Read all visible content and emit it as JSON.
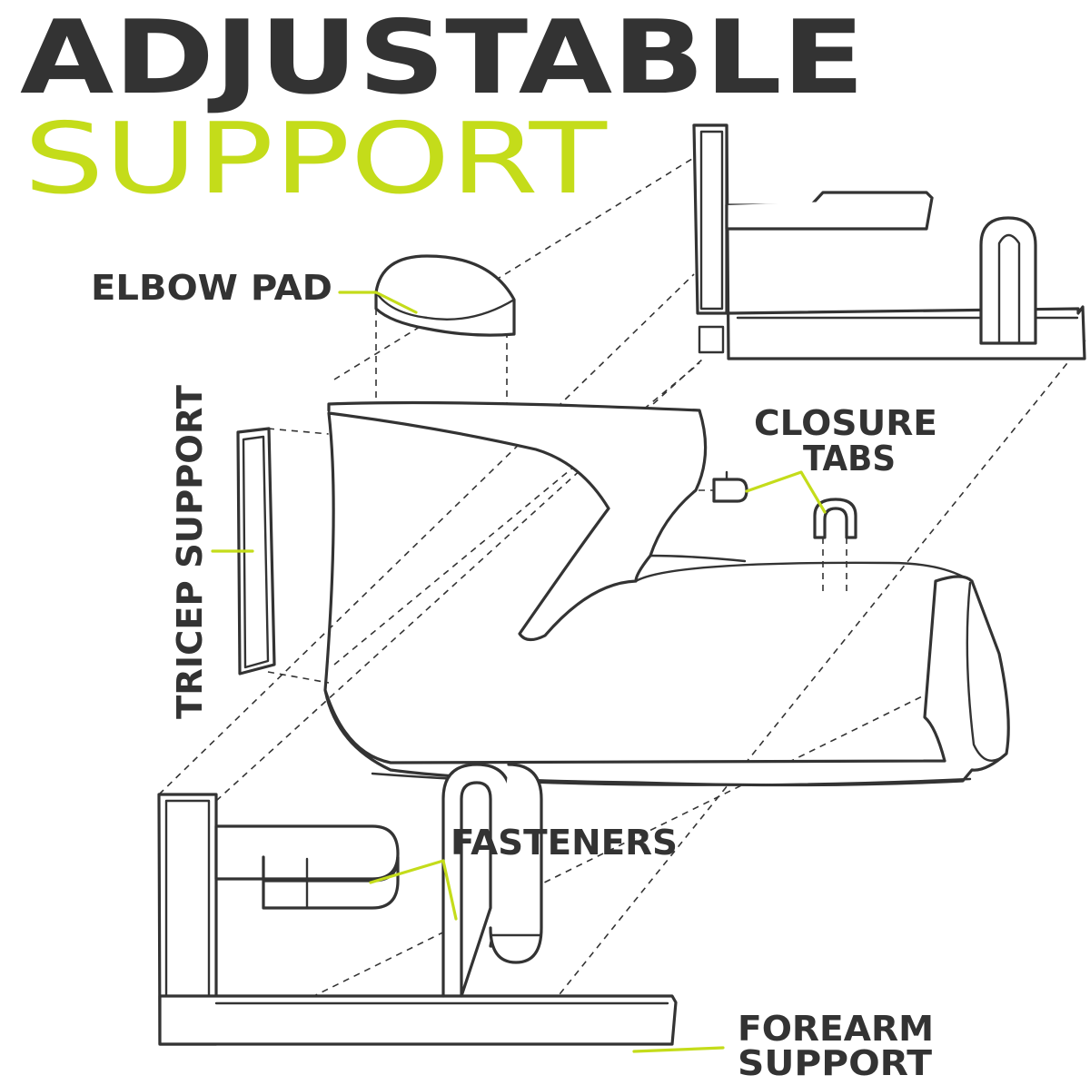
{
  "title": {
    "line1": "ADJUSTABLE",
    "line2": "SUPPORT"
  },
  "labels": {
    "elbow_pad": "ELBOW PAD",
    "tricep_support": "TRICEP SUPPORT",
    "closure_tabs_1": "CLOSURE",
    "closure_tabs_2": "TABS",
    "fasteners": "FASTENERS",
    "forearm_support_1": "FOREARM",
    "forearm_support_2": "SUPPORT"
  },
  "colors": {
    "title_dark": "#333333",
    "accent": "#c4dc1a",
    "line": "#333333",
    "background": "#ffffff"
  }
}
